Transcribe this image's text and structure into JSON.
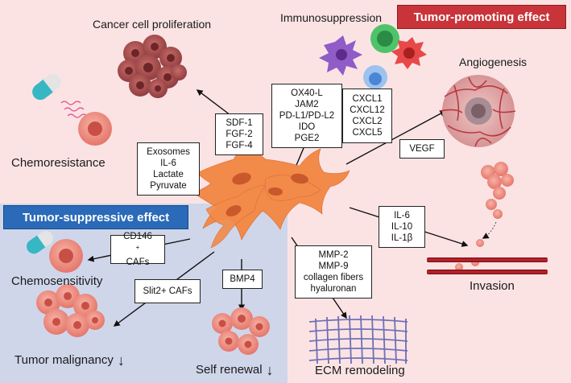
{
  "banners": {
    "promoting": "Tumor-promoting effect",
    "suppressive": "Tumor-suppressive effect"
  },
  "labels": {
    "cancer_cell_proliferation": "Cancer cell proliferation",
    "immunosuppression": "Immunosuppression",
    "angiogenesis": "Angiogenesis",
    "chemoresistance": "Chemoresistance",
    "chemosensitivity": "Chemosensitivity",
    "invasion": "Invasion",
    "tumor_malignancy": "Tumor malignancy",
    "self_renewal": "Self renewal",
    "ecm_remodeling": "ECM remodeling",
    "decrease_symbol": "↓"
  },
  "boxes": {
    "exosomes": [
      "Exosomes",
      "IL-6",
      "Lactate",
      "Pyruvate"
    ],
    "sdf": [
      "SDF-1",
      "FGF-2",
      "FGF-4"
    ],
    "immune_factors": [
      "OX40-L",
      "JAM2",
      "PD-L1/PD-L2",
      "IDO",
      "PGE2"
    ],
    "cxcl": [
      "CXCL1",
      "CXCL12",
      "CXCL2",
      "CXCL5"
    ],
    "vegf": [
      "VEGF"
    ],
    "interleukins": [
      "IL-6",
      "IL-10",
      "IL-1β"
    ],
    "cd146_main": "CD146",
    "cd146_sup": "+",
    "cd146_sub": "CAFs",
    "slit2": [
      "Slit2+ CAFs"
    ],
    "bmp4": [
      "BMP4"
    ],
    "mmp": [
      "MMP-2",
      "MMP-9",
      "collagen fibers",
      "hyaluronan"
    ]
  },
  "colors": {
    "promoting_bg": "#fbe3e4",
    "suppressive_bg": "#cfd6ea",
    "promoting_banner": "#c9343a",
    "suppressive_banner": "#2a6ab8",
    "caf_cells": "#f28a4a"
  }
}
